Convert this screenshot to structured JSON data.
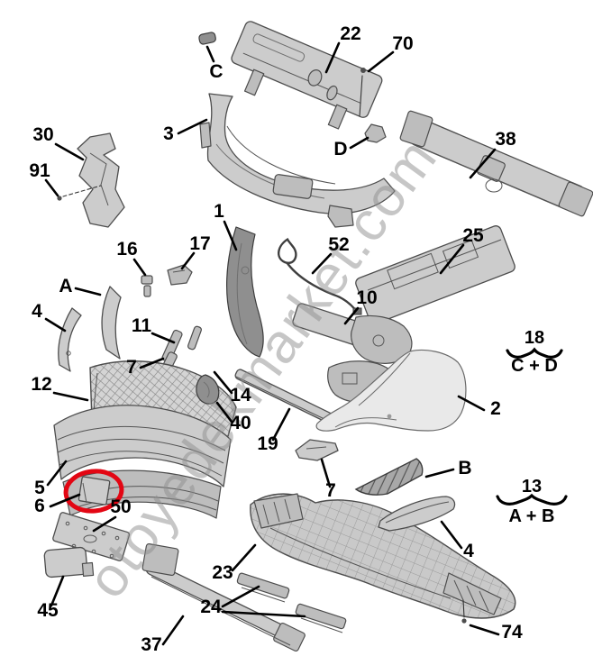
{
  "meta": {
    "description": "Exploded parts diagram of a front bumper assembly with numbered callouts",
    "background_color": "#ffffff"
  },
  "watermark": {
    "text": "otoyedekmarket.com",
    "color": "#8f8f8f"
  },
  "highlight": {
    "shape": "ellipse",
    "color": "#e30613",
    "target_part": "6"
  },
  "labels": [
    {
      "id": "22",
      "text": "22"
    },
    {
      "id": "70",
      "text": "70"
    },
    {
      "id": "C",
      "text": "C"
    },
    {
      "id": "3",
      "text": "3"
    },
    {
      "id": "D",
      "text": "D"
    },
    {
      "id": "38",
      "text": "38"
    },
    {
      "id": "30",
      "text": "30"
    },
    {
      "id": "91",
      "text": "91"
    },
    {
      "id": "1",
      "text": "1"
    },
    {
      "id": "16",
      "text": "16"
    },
    {
      "id": "17",
      "text": "17"
    },
    {
      "id": "52",
      "text": "52"
    },
    {
      "id": "25",
      "text": "25"
    },
    {
      "id": "10",
      "text": "10"
    },
    {
      "id": "A",
      "text": "A"
    },
    {
      "id": "4-upper-left",
      "text": "4"
    },
    {
      "id": "11",
      "text": "11"
    },
    {
      "id": "7-upper-left",
      "text": "7"
    },
    {
      "id": "12",
      "text": "12"
    },
    {
      "id": "14",
      "text": "14"
    },
    {
      "id": "40",
      "text": "40"
    },
    {
      "id": "19",
      "text": "19"
    },
    {
      "id": "2",
      "text": "2"
    },
    {
      "id": "5",
      "text": "5"
    },
    {
      "id": "6",
      "text": "6"
    },
    {
      "id": "50",
      "text": "50"
    },
    {
      "id": "45",
      "text": "45"
    },
    {
      "id": "23",
      "text": "23"
    },
    {
      "id": "24",
      "text": "24"
    },
    {
      "id": "37",
      "text": "37"
    },
    {
      "id": "74",
      "text": "74"
    },
    {
      "id": "7-lower-right",
      "text": "7"
    },
    {
      "id": "B",
      "text": "B"
    },
    {
      "id": "4-lower-right",
      "text": "4"
    }
  ],
  "group_labels": [
    {
      "id": "18",
      "number": "18",
      "formula": "C + D"
    },
    {
      "id": "13",
      "number": "13",
      "formula": "A + B"
    }
  ]
}
